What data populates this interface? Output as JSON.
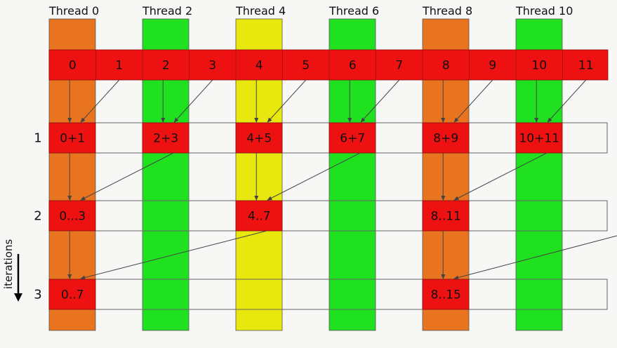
{
  "colors": {
    "background": "#f7f7f6",
    "orange": "#e8741f",
    "green": "#1fe11f",
    "yellow": "#e8e80f",
    "red": "#ee1111",
    "row_outline": "#666666",
    "arrow": "#444444",
    "text": "#111111"
  },
  "threads": [
    {
      "label": "Thread 0",
      "color": "orange"
    },
    {
      "label": "Thread 2",
      "color": "green"
    },
    {
      "label": "Thread 4",
      "color": "yellow"
    },
    {
      "label": "Thread 6",
      "color": "green"
    },
    {
      "label": "Thread 8",
      "color": "orange"
    },
    {
      "label": "Thread 10",
      "color": "green"
    }
  ],
  "input_row": [
    "0",
    "1",
    "2",
    "3",
    "4",
    "5",
    "6",
    "7",
    "8",
    "9",
    "10",
    "11"
  ],
  "iteration_axis_label": "iterations",
  "iterations": [
    {
      "label": "1",
      "cells": [
        {
          "col": 0,
          "text": "0+1"
        },
        {
          "col": 2,
          "text": "2+3"
        },
        {
          "col": 4,
          "text": "4+5"
        },
        {
          "col": 6,
          "text": "6+7"
        },
        {
          "col": 8,
          "text": "8+9"
        },
        {
          "col": 10,
          "text": "10+11"
        }
      ]
    },
    {
      "label": "2",
      "cells": [
        {
          "col": 0,
          "text": "0...3"
        },
        {
          "col": 4,
          "text": "4..7"
        },
        {
          "col": 8,
          "text": "8..11"
        }
      ]
    },
    {
      "label": "3",
      "cells": [
        {
          "col": 0,
          "text": "0..7"
        },
        {
          "col": 8,
          "text": "8..15"
        }
      ]
    }
  ],
  "arrows": [
    {
      "from_row": "input",
      "from_col": 0,
      "to_iter": 0,
      "to_col": 0,
      "side": "left"
    },
    {
      "from_row": "input",
      "from_col": 1,
      "to_iter": 0,
      "to_col": 0,
      "side": "right"
    },
    {
      "from_row": "input",
      "from_col": 2,
      "to_iter": 0,
      "to_col": 2,
      "side": "left"
    },
    {
      "from_row": "input",
      "from_col": 3,
      "to_iter": 0,
      "to_col": 2,
      "side": "right"
    },
    {
      "from_row": "input",
      "from_col": 4,
      "to_iter": 0,
      "to_col": 4,
      "side": "left"
    },
    {
      "from_row": "input",
      "from_col": 5,
      "to_iter": 0,
      "to_col": 4,
      "side": "right"
    },
    {
      "from_row": "input",
      "from_col": 6,
      "to_iter": 0,
      "to_col": 6,
      "side": "left"
    },
    {
      "from_row": "input",
      "from_col": 7,
      "to_iter": 0,
      "to_col": 6,
      "side": "right"
    },
    {
      "from_row": "input",
      "from_col": 8,
      "to_iter": 0,
      "to_col": 8,
      "side": "left"
    },
    {
      "from_row": "input",
      "from_col": 9,
      "to_iter": 0,
      "to_col": 8,
      "side": "right"
    },
    {
      "from_row": "input",
      "from_col": 10,
      "to_iter": 0,
      "to_col": 10,
      "side": "left"
    },
    {
      "from_row": "input",
      "from_col": 11,
      "to_iter": 0,
      "to_col": 10,
      "side": "right"
    },
    {
      "from_iter": 0,
      "from_col": 0,
      "to_iter": 1,
      "to_col": 0,
      "side": "left"
    },
    {
      "from_iter": 0,
      "from_col": 2,
      "to_iter": 1,
      "to_col": 0,
      "side": "right"
    },
    {
      "from_iter": 0,
      "from_col": 4,
      "to_iter": 1,
      "to_col": 4,
      "side": "left"
    },
    {
      "from_iter": 0,
      "from_col": 6,
      "to_iter": 1,
      "to_col": 4,
      "side": "right"
    },
    {
      "from_iter": 0,
      "from_col": 8,
      "to_iter": 1,
      "to_col": 8,
      "side": "left"
    },
    {
      "from_iter": 0,
      "from_col": 10,
      "to_iter": 1,
      "to_col": 8,
      "side": "right"
    },
    {
      "from_iter": 1,
      "from_col": 0,
      "to_iter": 2,
      "to_col": 0,
      "side": "left"
    },
    {
      "from_iter": 1,
      "from_col": 4,
      "to_iter": 2,
      "to_col": 0,
      "side": "right"
    },
    {
      "from_iter": 1,
      "from_col": 8,
      "to_iter": 2,
      "to_col": 8,
      "side": "left"
    },
    {
      "from_offscreen": true,
      "to_iter": 2,
      "to_col": 8,
      "side": "right"
    }
  ]
}
